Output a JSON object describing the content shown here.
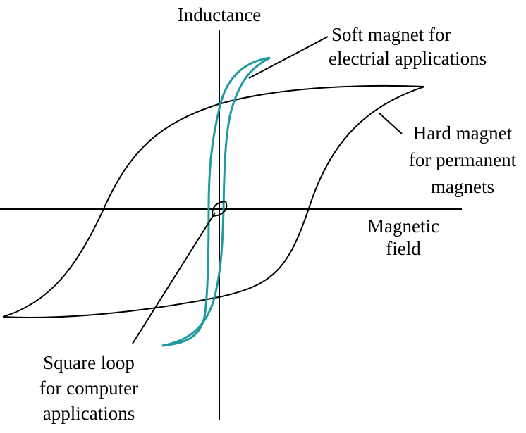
{
  "axes": {
    "y_label": "Inductance",
    "x_label_lines": [
      "Magnetic",
      "field"
    ]
  },
  "annotations": {
    "soft_magnet": [
      "Soft magnet for",
      "electrial applications"
    ],
    "hard_magnet": [
      "Hard magnet",
      "for permanent",
      "magnets"
    ],
    "square_loop": [
      "Square loop",
      "for computer",
      "applications"
    ]
  },
  "colors": {
    "ink": "#000000",
    "soft_loop": "#1e9aa0",
    "background": "#ffffff"
  }
}
